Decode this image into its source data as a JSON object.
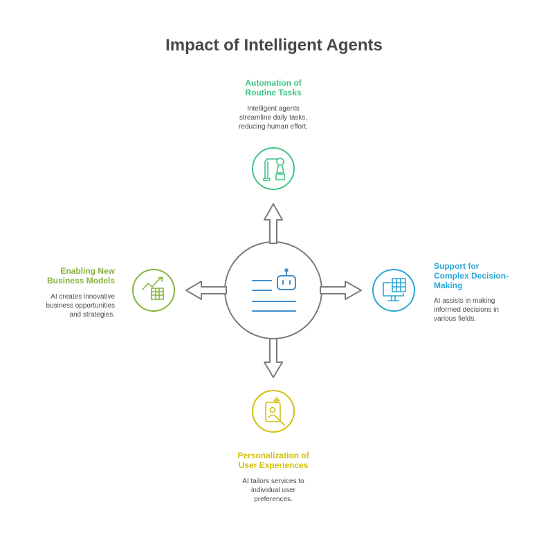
{
  "title": "Impact of Intelligent Agents",
  "colors": {
    "green": "#3ec485",
    "lime": "#84b53a",
    "blue": "#2aa6d8",
    "yellow": "#d2c00a",
    "hub": "#7b7b7b",
    "hub_icon": "#3d8fd0"
  },
  "hub": {
    "icon": "robot-chat-icon"
  },
  "nodes": {
    "top": {
      "title_line1": "Automation of",
      "title_line2": "Routine Tasks",
      "desc_line1": "Intelligent agents",
      "desc_line2": "streamline daily tasks,",
      "desc_line3": "reducing human effort.",
      "icon": "robotic-arm-icon"
    },
    "left": {
      "title_line1": "Enabling New",
      "title_line2": "Business Models",
      "desc_line1": "AI creates innovative",
      "desc_line2": "business opportunities",
      "desc_line3": "and strategies.",
      "icon": "growth-chart-icon"
    },
    "right": {
      "title_line1": "Support for",
      "title_line2": "Complex Decision-",
      "title_line3": "Making",
      "desc_line1": "AI assists in making",
      "desc_line2": "informed decisions in",
      "desc_line3": "various fields.",
      "icon": "monitor-spreadsheet-icon"
    },
    "bottom": {
      "title_line1": "Personalization of",
      "title_line2": "User Experiences",
      "desc_line1": "AI tailors services to",
      "desc_line2": "individual user",
      "desc_line3": "preferences.",
      "icon": "phone-user-icon"
    }
  }
}
